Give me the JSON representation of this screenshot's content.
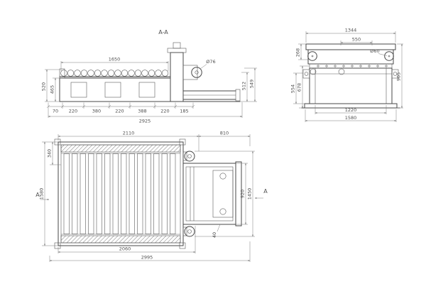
{
  "drawing": {
    "side_view": {
      "section_label": "A-A",
      "dim_top_length": "1650",
      "dim_roller_dia": "Ø76",
      "dim_left_outer": "520",
      "dim_left_inner": "465",
      "dim_chain": [
        "70",
        "220",
        "380",
        "220",
        "388",
        "220",
        "185"
      ],
      "dim_overall": "2925",
      "dim_right_inner": "512",
      "dim_right_outer": "549"
    },
    "end_view": {
      "dim_top_overall": "1344",
      "dim_top_inner": "550",
      "dim_shaft_dia": "Ø60",
      "dim_left_top": "268",
      "dim_left_inner": "554",
      "dim_left_outer": "678",
      "dim_right_height": "905",
      "dim_bottom_inner": "1220",
      "dim_bottom_overall": "1580"
    },
    "plan_view": {
      "dim_top_main": "2110",
      "dim_top_right": "810",
      "dim_left_top": "340",
      "dim_left_height": "1580",
      "dim_right_inner": "920",
      "dim_right_outer": "1450",
      "dim_small": "40",
      "dim_bottom_main": "2060",
      "dim_bottom_overall": "2995",
      "section_marker": "A"
    }
  }
}
